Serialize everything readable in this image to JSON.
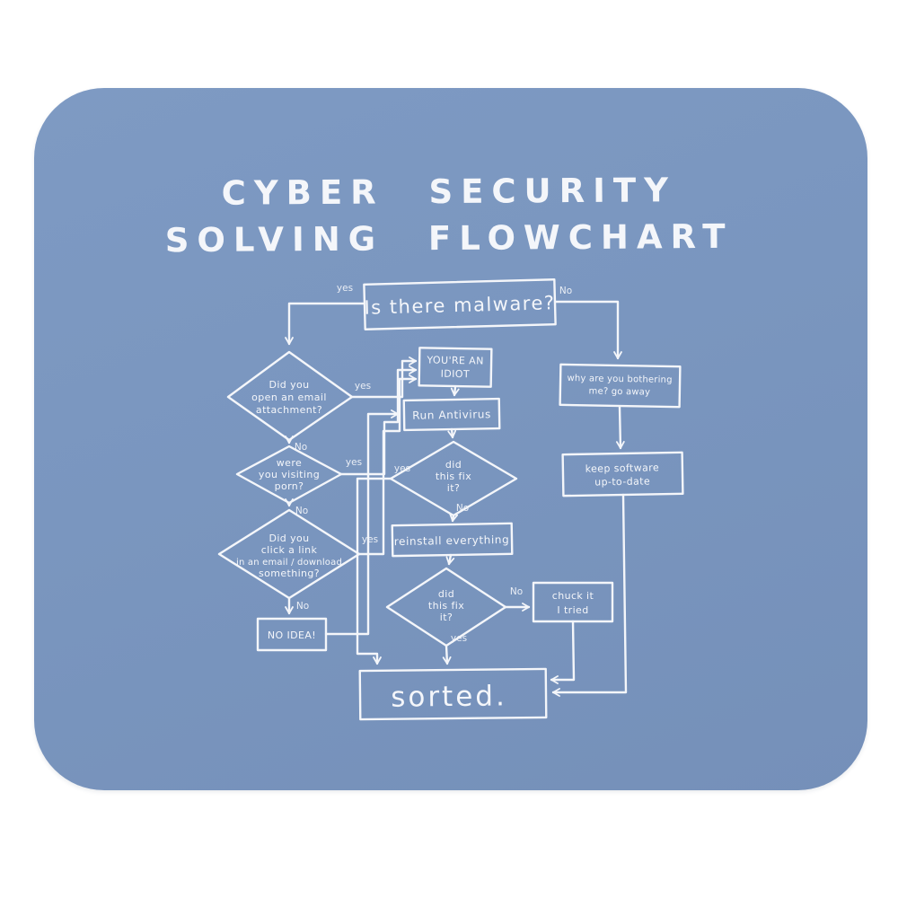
{
  "colors": {
    "page_background": "#ffffff",
    "mousepad": "#7a96bf",
    "ink": "#f4f6fa"
  },
  "title": {
    "line1": "CYBER SECURITY",
    "line2": "SOLVING FLOWCHART"
  },
  "flowchart": {
    "labels": {
      "yes": "yes",
      "no": "No"
    },
    "nodes": {
      "malware": {
        "text": "Is there malware?"
      },
      "open_email": {
        "lines": [
          "Did you",
          "open an email",
          "attachment?"
        ]
      },
      "visiting_porn": {
        "lines": [
          "were",
          "you visiting",
          "porn?"
        ]
      },
      "click_link": {
        "lines": [
          "Did you",
          "click a link",
          "in an email / download",
          "something?"
        ]
      },
      "no_idea": {
        "text": "NO IDEA!"
      },
      "idiot": {
        "lines": [
          "YOU'RE AN",
          "IDIOT"
        ]
      },
      "antivirus": {
        "text": "Run Antivirus"
      },
      "fix1": {
        "lines": [
          "did",
          "this fix",
          "it?"
        ]
      },
      "reinstall": {
        "text": "reinstall everything"
      },
      "fix2": {
        "lines": [
          "did",
          "this fix",
          "it?"
        ]
      },
      "chuck": {
        "lines": [
          "chuck it",
          "I tried"
        ]
      },
      "bothering": {
        "lines": [
          "why are you bothering",
          "me? go away"
        ]
      },
      "keep_software": {
        "lines": [
          "keep software",
          "up-to-date"
        ]
      },
      "sorted": {
        "text": "sorted."
      }
    },
    "edges": [
      {
        "from": "malware",
        "to": "open_email",
        "label": "yes"
      },
      {
        "from": "malware",
        "to": "bothering",
        "label": "No"
      },
      {
        "from": "open_email",
        "to": "idiot",
        "label": "yes"
      },
      {
        "from": "open_email",
        "to": "visiting_porn",
        "label": "No"
      },
      {
        "from": "visiting_porn",
        "to": "idiot",
        "label": "yes"
      },
      {
        "from": "visiting_porn",
        "to": "click_link",
        "label": "No"
      },
      {
        "from": "click_link",
        "to": "idiot",
        "label": "yes"
      },
      {
        "from": "click_link",
        "to": "no_idea",
        "label": "No"
      },
      {
        "from": "no_idea",
        "to": "antivirus",
        "label": ""
      },
      {
        "from": "idiot",
        "to": "antivirus",
        "label": ""
      },
      {
        "from": "antivirus",
        "to": "fix1",
        "label": ""
      },
      {
        "from": "fix1",
        "to": "sorted",
        "label": "yes"
      },
      {
        "from": "fix1",
        "to": "reinstall",
        "label": "No"
      },
      {
        "from": "reinstall",
        "to": "fix2",
        "label": ""
      },
      {
        "from": "fix2",
        "to": "chuck",
        "label": "No"
      },
      {
        "from": "fix2",
        "to": "sorted",
        "label": "yes"
      },
      {
        "from": "chuck",
        "to": "sorted",
        "label": ""
      },
      {
        "from": "bothering",
        "to": "keep_software",
        "label": ""
      },
      {
        "from": "keep_software",
        "to": "sorted",
        "label": ""
      }
    ]
  }
}
